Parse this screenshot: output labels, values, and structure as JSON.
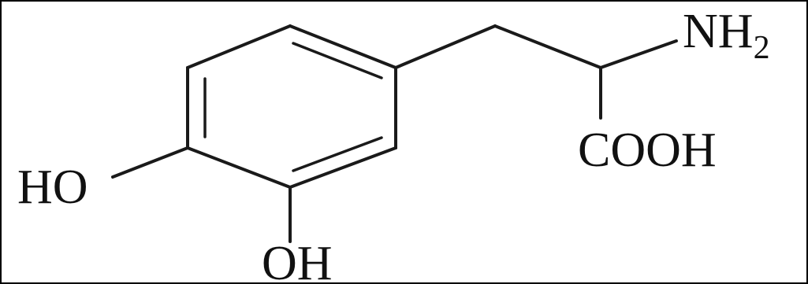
{
  "molecule": {
    "labels": {
      "amine": "NH",
      "amine_subscript": "2",
      "carboxyl": "COOH",
      "hydroxyl_left": "HO",
      "hydroxyl_bottom": "OH"
    }
  }
}
